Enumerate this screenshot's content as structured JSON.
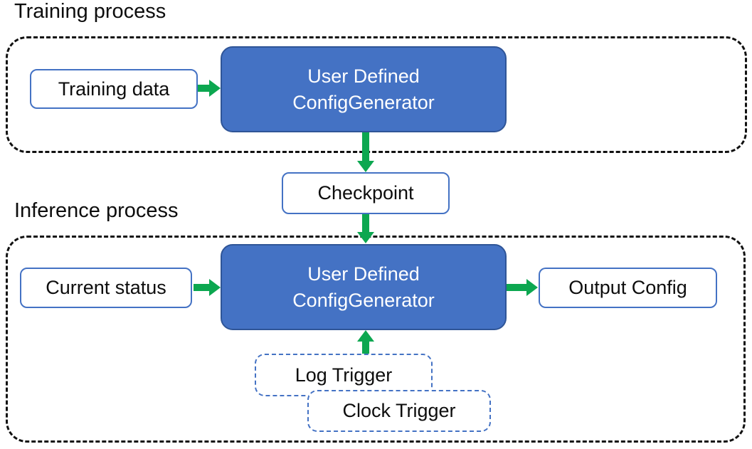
{
  "colors": {
    "node_fill_blue": "#4472C4",
    "node_border_dark_blue": "#2F5597",
    "white_node_border_blue": "#4472C4",
    "trigger_dashed_border_blue": "#4472C4",
    "arrow_green": "#0CA750",
    "container_dash_black": "#111111",
    "text_dark": "#0d0d0d",
    "text_on_blue": "#FFFFFF"
  },
  "training": {
    "label": "Training process",
    "training_data_label": "Training data",
    "generator_line1": "User Defined",
    "generator_line2": "ConfigGenerator"
  },
  "checkpoint": {
    "label": "Checkpoint"
  },
  "inference": {
    "label": "Inference process",
    "current_status_label": "Current status",
    "generator_line1": "User Defined",
    "generator_line2": "ConfigGenerator",
    "output_config_label": "Output Config",
    "log_trigger_label": "Log Trigger",
    "clock_trigger_label": "Clock Trigger"
  }
}
